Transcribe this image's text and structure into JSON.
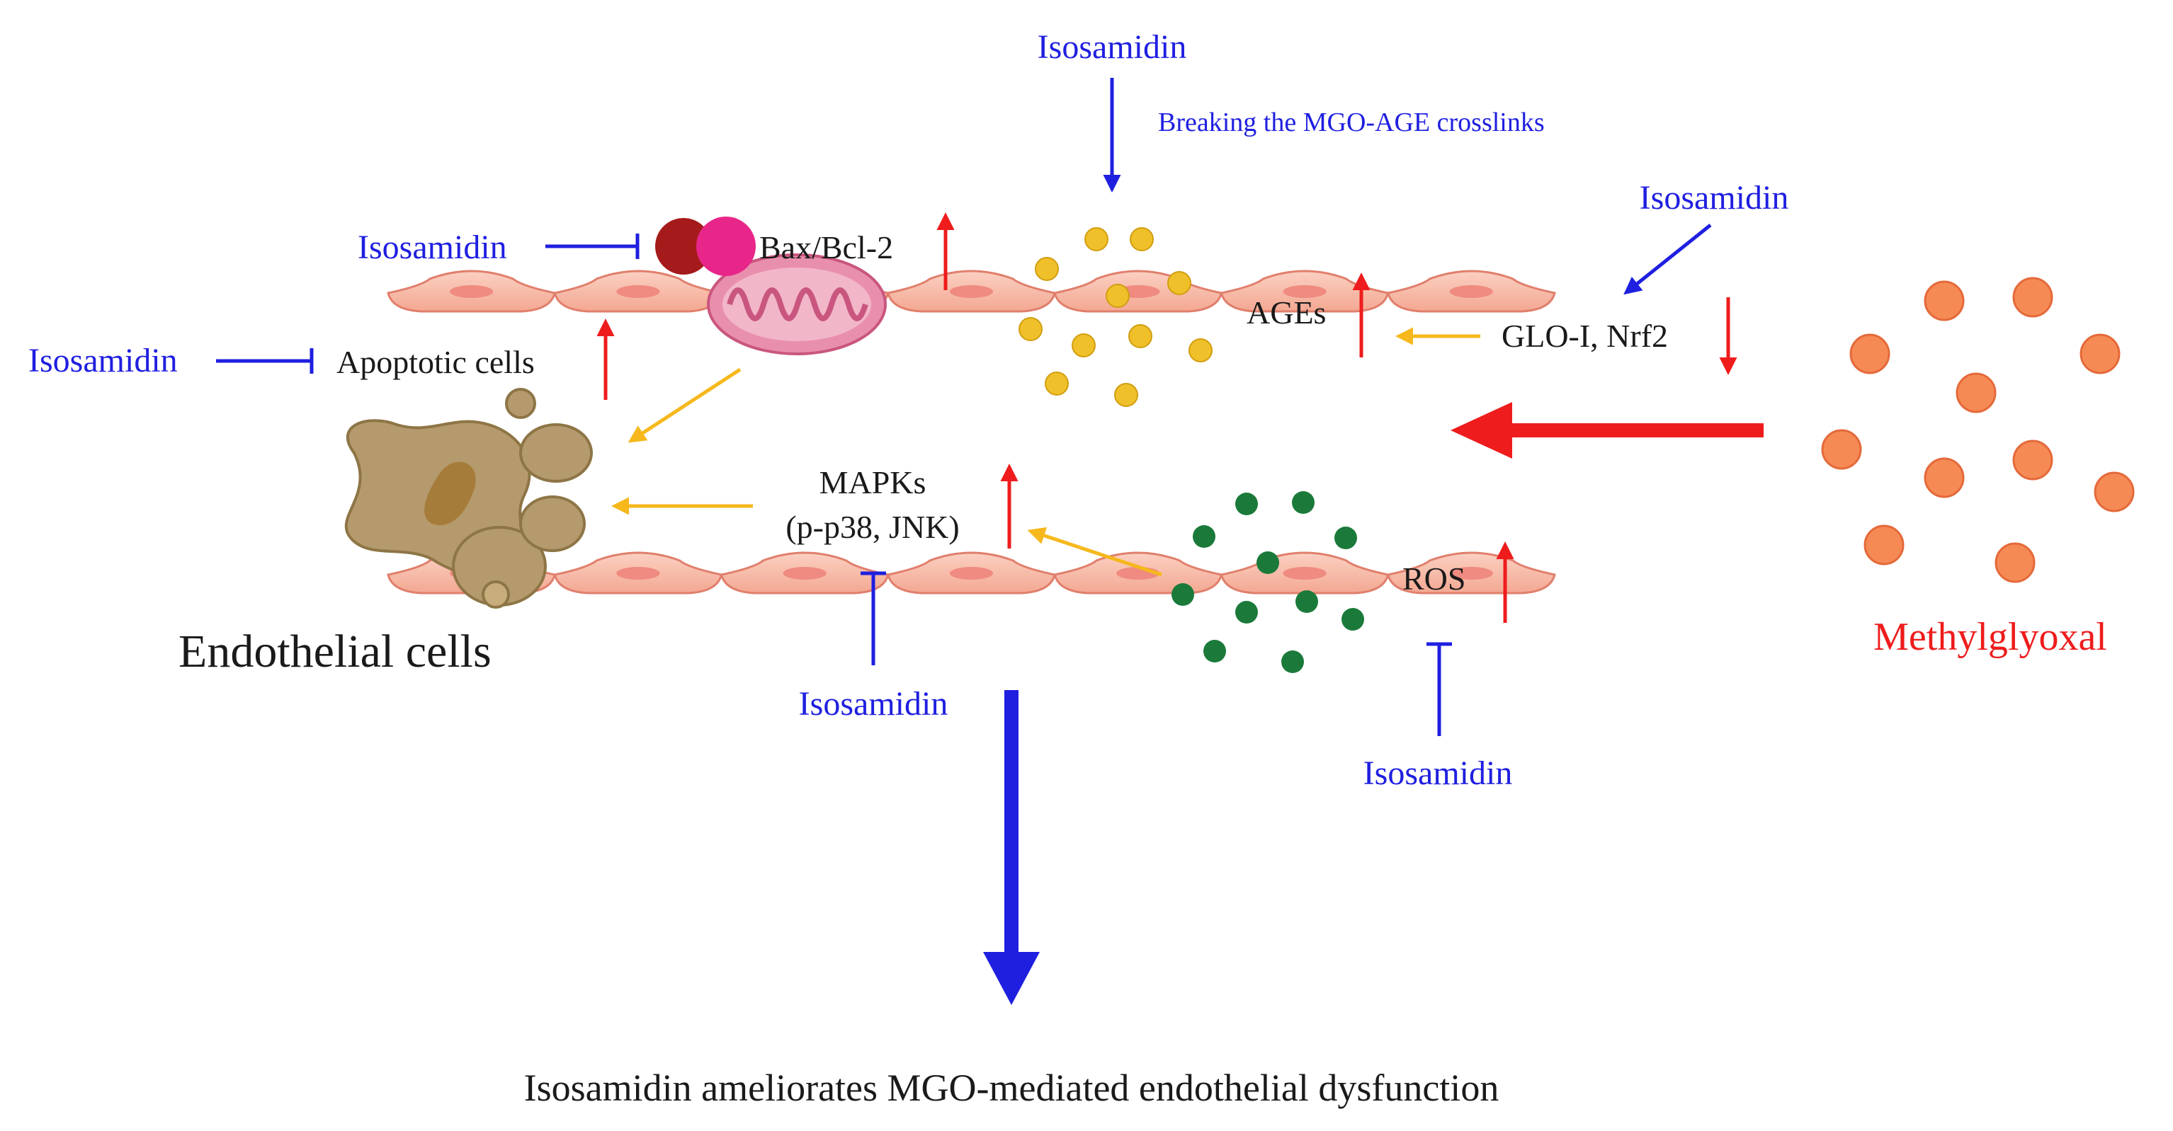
{
  "colors": {
    "inhibitor": "#1f1fe0",
    "increase": "#ee1c1c",
    "flow": "#f6b81c",
    "cell_fill": "#f6b7a6",
    "cell_nucleus": "#ef8b80",
    "mgo_particle": "#f58a55",
    "age_particle": "#f0c02a",
    "ros_particle": "#1b7a3a",
    "apoptotic_body": "#b49a6c",
    "mito": "#e98fae"
  },
  "labels": {
    "top_isosamidin": "Isosamidin",
    "breaking": "Breaking the MGO-AGE crosslinks",
    "baxbcl_isosamidin": "Isosamidin",
    "bax_bcl2": "Bax/Bcl-2",
    "glo_isosamidin": "Isosamidin",
    "ages": "AGEs",
    "glo_nrf2": "GLO-I, Nrf2",
    "apoptotic_isosamidin": "Isosamidin",
    "apoptotic_cells": "Apoptotic cells",
    "mapks_line1": "MAPKs",
    "mapks_line2": "(p-p38, JNK)",
    "ros": "ROS",
    "endothelial_cells": "Endothelial cells",
    "mapk_isosamidin": "Isosamidin",
    "ros_isosamidin": "Isosamidin",
    "methylglyoxal": "Methylglyoxal",
    "conclusion": "Isosamidin ameliorates MGO-mediated endothelial dysfunction"
  }
}
